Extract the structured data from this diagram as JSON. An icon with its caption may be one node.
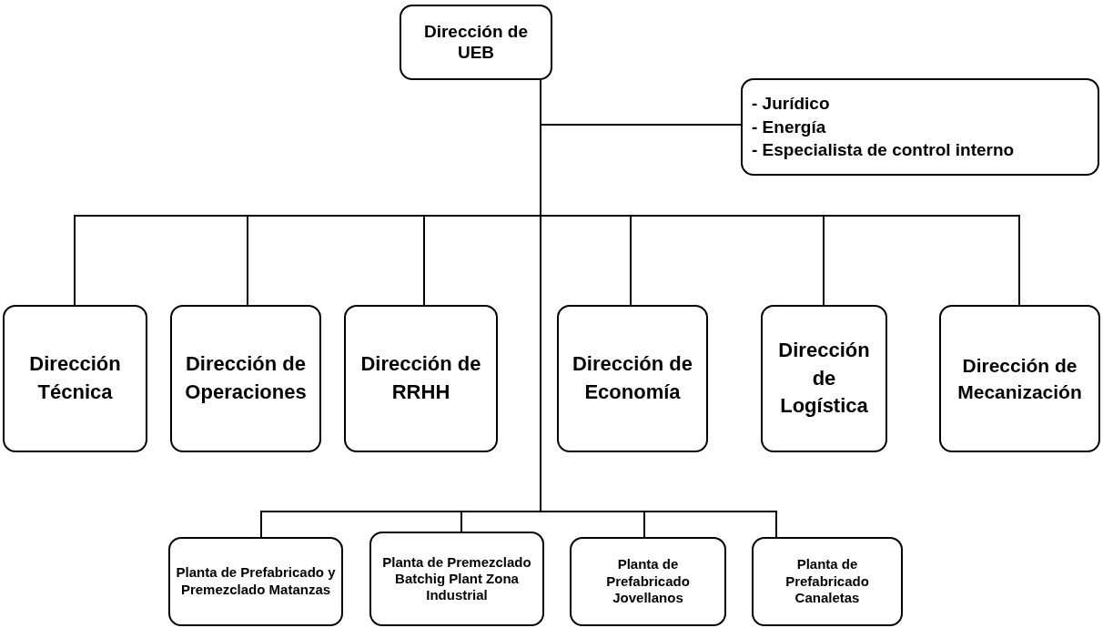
{
  "diagram": {
    "nodes": [
      {
        "text": [
          "Dirección de UEB"
        ]
      },
      {
        "text": [
          "- Jurídico",
          "- Energía",
          "- Especialista de control interno"
        ]
      },
      {
        "text": [
          "Dirección Técnica"
        ]
      },
      {
        "text": [
          "Dirección de Operaciones"
        ]
      },
      {
        "text": [
          "Dirección de RRHH"
        ]
      },
      {
        "text": [
          "Dirección de Economía"
        ]
      },
      {
        "text": [
          "Dirección de Logística"
        ]
      },
      {
        "text": [
          "Dirección de Mecanización"
        ]
      },
      {
        "text": [
          "Planta de Prefabricado y Premezclado Matanzas"
        ]
      },
      {
        "text": [
          "Planta de Premezclado Batchig Plant Zona Industrial"
        ]
      },
      {
        "text": [
          "Planta de Prefabricado Jovellanos"
        ]
      },
      {
        "text": [
          "Planta de Prefabricado Canaletas"
        ]
      }
    ],
    "edges": [
      {
        "from": 0,
        "to": 1,
        "arrow": "none"
      },
      {
        "from": 0,
        "to": 2,
        "arrow": "none"
      },
      {
        "from": 0,
        "to": 3,
        "arrow": "none"
      },
      {
        "from": 0,
        "to": 4,
        "arrow": "none"
      },
      {
        "from": 0,
        "to": 5,
        "arrow": "none"
      },
      {
        "from": 0,
        "to": 6,
        "arrow": "none"
      },
      {
        "from": 0,
        "to": 7,
        "arrow": "none"
      },
      {
        "from": 0,
        "to": 8,
        "arrow": "none"
      },
      {
        "from": 0,
        "to": 9,
        "arrow": "none"
      },
      {
        "from": 0,
        "to": 10,
        "arrow": "none"
      },
      {
        "from": 0,
        "to": 11,
        "arrow": "none"
      }
    ]
  }
}
